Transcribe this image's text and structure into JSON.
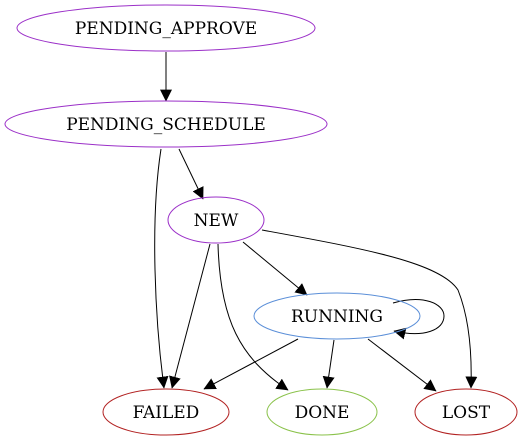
{
  "nodes": [
    {
      "id": "pending_approve",
      "label": "PENDING_APPROVE",
      "color": "#9b30c8"
    },
    {
      "id": "pending_schedule",
      "label": "PENDING_SCHEDULE",
      "color": "#9b30c8"
    },
    {
      "id": "new",
      "label": "NEW",
      "color": "#9b30c8"
    },
    {
      "id": "running",
      "label": "RUNNING",
      "color": "#5b8fd8"
    },
    {
      "id": "failed",
      "label": "FAILED",
      "color": "#b22222"
    },
    {
      "id": "done",
      "label": "DONE",
      "color": "#8ac24a"
    },
    {
      "id": "lost",
      "label": "LOST",
      "color": "#b22222"
    }
  ],
  "edges": [
    {
      "from": "pending_approve",
      "to": "pending_schedule"
    },
    {
      "from": "pending_schedule",
      "to": "new"
    },
    {
      "from": "pending_schedule",
      "to": "failed"
    },
    {
      "from": "new",
      "to": "running"
    },
    {
      "from": "new",
      "to": "failed"
    },
    {
      "from": "new",
      "to": "done"
    },
    {
      "from": "new",
      "to": "lost"
    },
    {
      "from": "running",
      "to": "running"
    },
    {
      "from": "running",
      "to": "failed"
    },
    {
      "from": "running",
      "to": "done"
    },
    {
      "from": "running",
      "to": "lost"
    }
  ],
  "edge_color": "#000000"
}
